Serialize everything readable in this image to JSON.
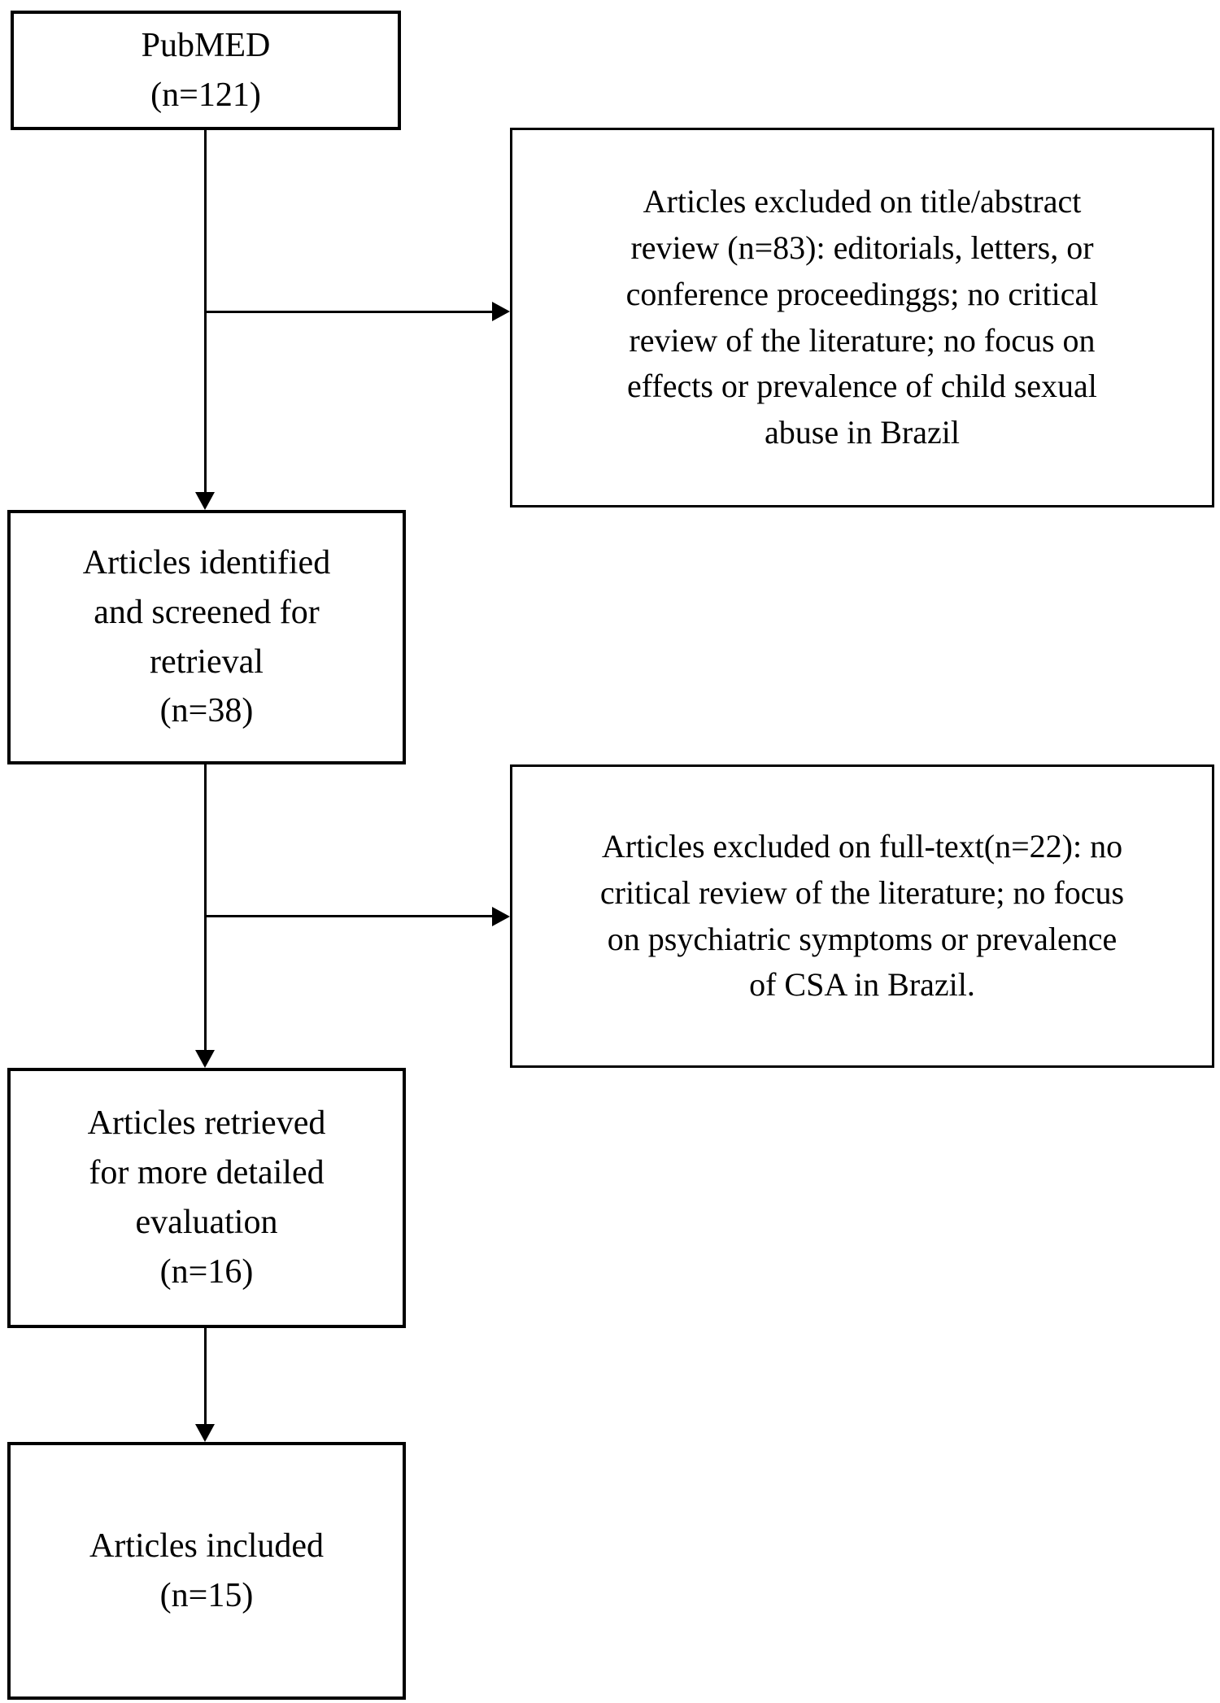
{
  "colors": {
    "border": "#000000",
    "background": "#ffffff",
    "text": "#000000"
  },
  "boxes": {
    "pubmed": {
      "text": "PubMED\n(n=121)"
    },
    "excluded_title_abstract": {
      "text": "Articles excluded on title/abstract\nreview (n=83): editorials, letters, or\nconference proceedinggs; no critical\nreview of the literature; no focus on\neffects or prevalence of child sexual\nabuse in Brazil"
    },
    "screened": {
      "text": "Articles identified\nand screened for\nretrieval\n(n=38)"
    },
    "excluded_fulltext": {
      "text": "Articles excluded on full-text(n=22): no\ncritical review of the literature; no focus\non psychiatric symptoms or prevalence\nof CSA in Brazil."
    },
    "retrieved": {
      "text": "Articles retrieved\nfor more detailed\nevaluation\n(n=16)"
    },
    "included": {
      "text": "Articles included\n(n=15)"
    }
  }
}
